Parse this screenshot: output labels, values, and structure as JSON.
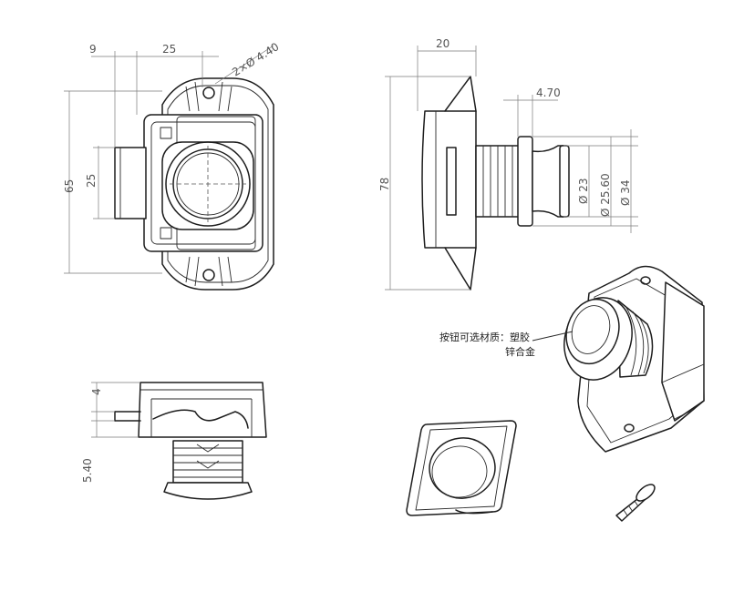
{
  "dimensions": {
    "front_offset": "9",
    "front_width": "25",
    "front_hole": "2×Ø 4.40",
    "front_height": "65",
    "front_button": "25",
    "side_width": "20",
    "side_height": "78",
    "side_flange": "4.70",
    "side_d1": "Ø 23",
    "side_d2": "Ø 25.60",
    "side_d3": "Ø 34",
    "top_thickness": "4",
    "top_offset": "5.40"
  },
  "material_note": {
    "line1": "按钮可选材质：塑胶",
    "line2": "锌合金"
  },
  "colors": {
    "line": "#1d1d1d",
    "dimension": "#7a7a7a",
    "text": "#555555"
  }
}
